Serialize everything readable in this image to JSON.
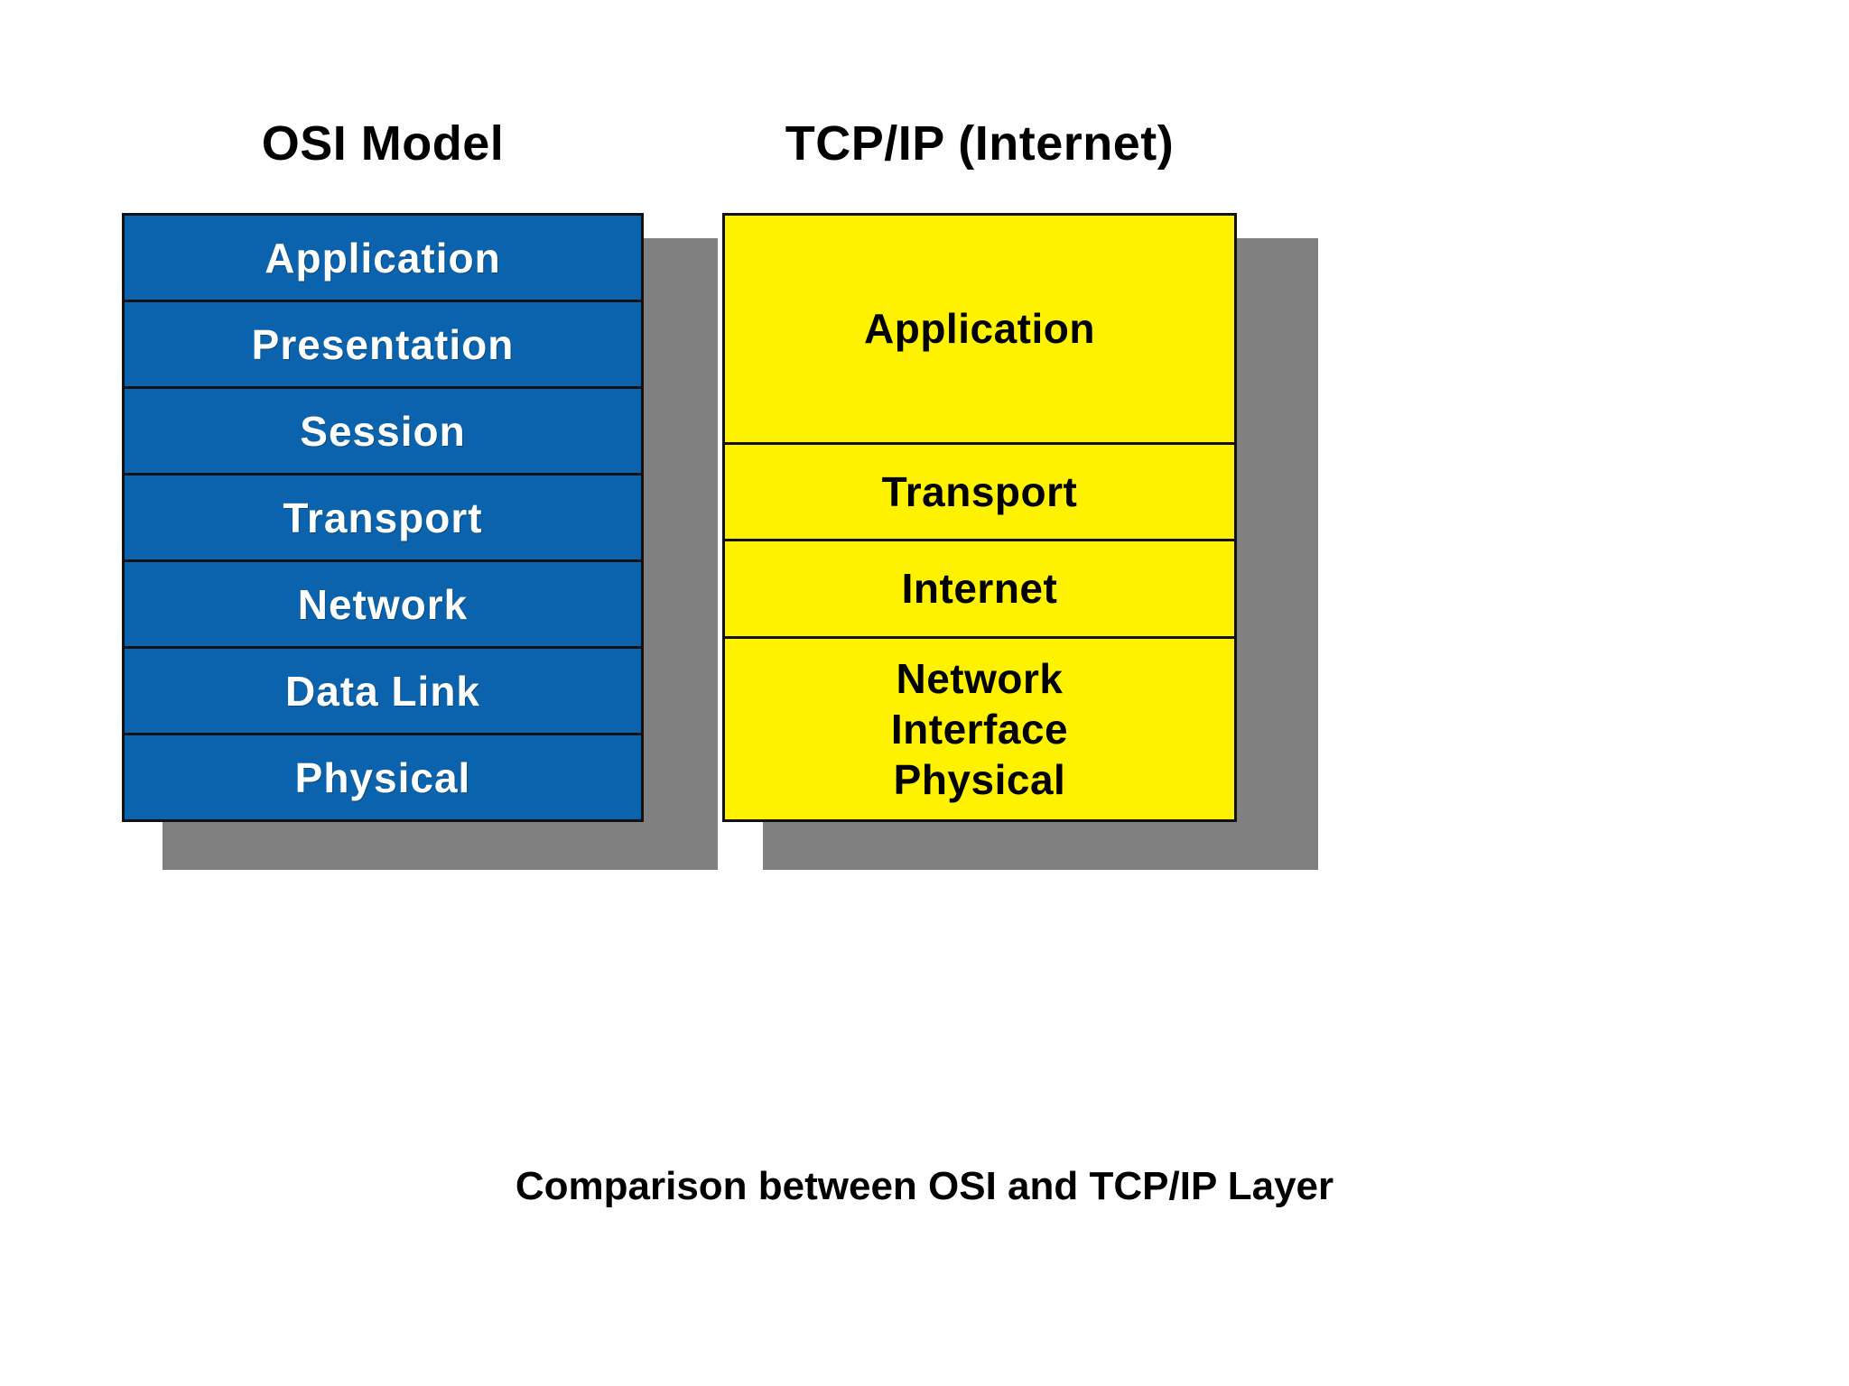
{
  "diagram": {
    "caption": "Comparison between OSI and TCP/IP Layer",
    "background_color": "#ffffff",
    "shadow_color": "#808080",
    "border_color": "#111111"
  },
  "osi": {
    "title": "OSI Model",
    "fill_color": "#0b63ad",
    "text_color": "#ffffff",
    "layers": [
      {
        "label": "Application"
      },
      {
        "label": "Presentation"
      },
      {
        "label": "Session"
      },
      {
        "label": "Transport"
      },
      {
        "label": "Network"
      },
      {
        "label": "Data Link"
      },
      {
        "label": "Physical"
      }
    ]
  },
  "tcpip": {
    "title": "TCP/IP (Internet)",
    "fill_color": "#fff200",
    "text_color": "#000000",
    "layers": [
      {
        "label": "Application"
      },
      {
        "label": "Transport"
      },
      {
        "label": "Internet"
      },
      {
        "label": "Network\nInterface\nPhysical"
      }
    ]
  }
}
